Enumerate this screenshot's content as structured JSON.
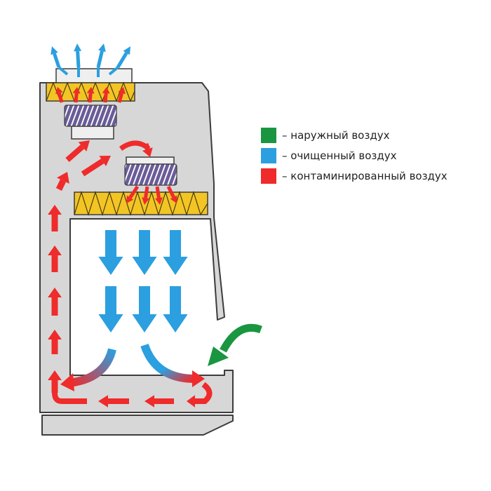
{
  "colors": {
    "cabinet": "#d7d7d7",
    "cabinet_stroke": "#3c3c3c",
    "inner": "#ffffff",
    "filter": "#f2c524",
    "fan": "#6a5c98",
    "fan_housing": "#efefef",
    "outside_air": "#1a9640",
    "clean_air": "#2b9fe0",
    "contaminated_air": "#ef2b2b"
  },
  "icons": {
    "filter": "hepa-filter-icon",
    "fan": "fan-icon",
    "arrow": "airflow-arrow-icon"
  },
  "legend": [
    {
      "key": "outside_air",
      "label": "– наружный воздух"
    },
    {
      "key": "clean_air",
      "label": "– очищенный воздух"
    },
    {
      "key": "contaminated_air",
      "label": "– контаминированный воздух"
    }
  ]
}
